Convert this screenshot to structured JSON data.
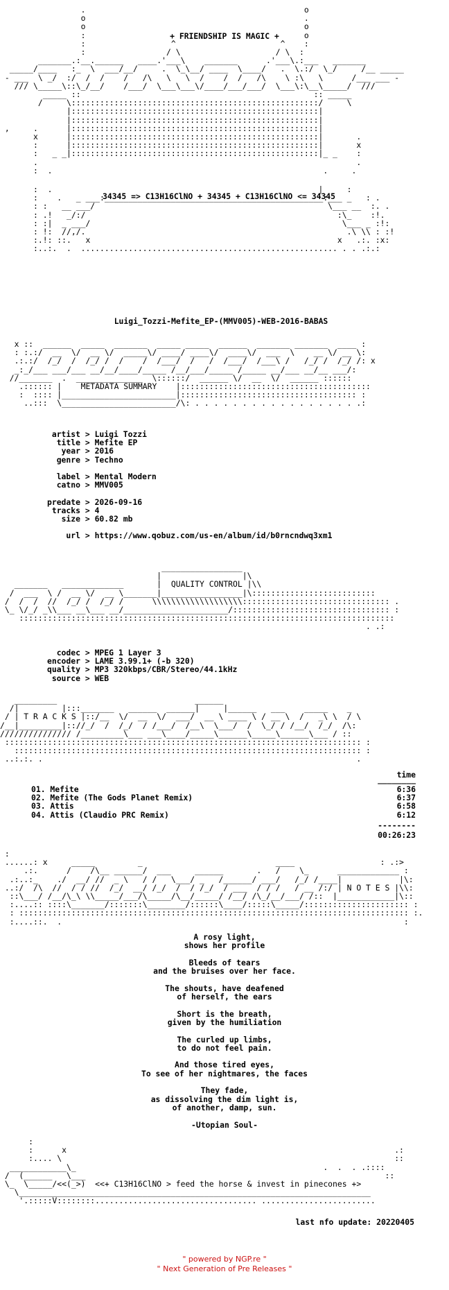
{
  "header": {
    "banner_text": "+ FRIENDSHIP IS MAGIC +",
    "equation": "34345 => C13H16ClNO + 34345 + C13H16ClNO <= 34345",
    "art_top": "                 .                                              o\n                 o                                              .\n                 o                                              o\n                 :                                              o\n                 :                  ^                      ^    :\n                 :                 / \\                    / \\  :\n        _______.:__.______   ____.'___\\    _______      .'___\\.:___   _______\n  _____/____   :_  \\  ___/__/     .  \\_\\__/ ____  \\____/   .  \\.:/  \\_/     /__ _____\n - ___  \\ _/  :/  /  /    /   /\\   \\   \\  /    /  /   /\\    \\ :\\   \\      /___ ___ -\n   /// \\_____\\::\\_/__/    /___/  \\___\\___\\/____/___/___/  \\___\\:\\__\\_____/  ///\n         _____ ::                                                 :: _____\n        /     \\::::::::::::::::::::::::::::::::::::::::::::::::::::/     \\\n              |::::::::::::::::::::::::::::::::::::::::::::::::::::|\n              |::::::::::::::::::::::::::::::::::::::::::::::::::::|\n ,     .      |::::::::::::::::::::::::::::::::::::::::::::::::::::|\n       x      |::::::::::::::::::::::::::::::::::::::::::::::::::::|       .\n       :      |::::::::::::::::::::::::::::::::::::::::::::::::::::|       x\n       :   _ _|::::::::::::::::::::::::::::::::::::::::::::::::::::|_ _    :\n       .                                                                   .\n       :  .                                                         .     .",
    "art_mid": "       :  .                                                        |     :\n       :    .   _ ___:______________________________________________:___ _   : .\n       : :   __ ___/                                                 \\___ __  :. .\n       : .!   _/:/                                                     :\\_    :!.\n       : :|  _ ___/                                                     \\___ _ :!:\n       : !:  //,/.                                                       .\\ \\\\ : :!\n       :.!: ::.   x                                                    x   .:. :x:\n       :..:.  .  ...................................................... . . .:.:"
  },
  "release": {
    "name": "Luigi_Tozzi-Mefite_EP-(MMV005)-WEB-2016-BABAS"
  },
  "metadata": {
    "heading": "METADATA SUMMARY",
    "art": "   x ::  ______  _____  _______  _____ _____  ______  _______ _______  ____ :\n   : :.:/  __  \\/  __ \\/  _____\\/ ____/ ____\\/  ____\\/  ___  \\    __ \\/ __ \\:\n   .:.:/  /_/  /  /_/ /  /    /  /___/  /   /  /___/  /___\\ /   /_/ /  /_/ /: x\n   _:_/___ ___/___ __/__/____/_____ /__/___/_____ /_____ __/___ __/__ ___/:\n  //_______  .  ______________  \\::::::/  ______ \\/  __  \\/  ______ ::::::\n    .:::::: |    METADATA SUMMARY    |::::::::::::::::::::::::::::::::::::::::\n    :  :::: |________________________|::::::::::::::::::::::::::::::::::::: :\n     ..:::  \\________________________/\\: . . . . . . . . . . . . . . . . . .:",
    "fields": [
      {
        "key": "artist",
        "value": "Luigi Tozzi"
      },
      {
        "key": "title",
        "value": "Mefite EP"
      },
      {
        "key": "year",
        "value": "2016"
      },
      {
        "key": "genre",
        "value": "Techno"
      },
      {
        "key": "",
        "value": ""
      },
      {
        "key": "label",
        "value": "Mental Modern"
      },
      {
        "key": "catno",
        "value": "MMV005"
      },
      {
        "key": "",
        "value": ""
      },
      {
        "key": "predate",
        "value": "2026-09-16"
      },
      {
        "key": "tracks",
        "value": "4"
      },
      {
        "key": "size",
        "value": "60.82 mb"
      },
      {
        "key": "",
        "value": ""
      },
      {
        "key": "url",
        "value": "https://www.qobuz.com/us-en/album/id/b0rncndwq3xm1"
      }
    ]
  },
  "quality": {
    "heading": "QUALITY CONTROL",
    "art": "                                  _________________\n                                 |                 |\\\n   _______   _____________       |  QUALITY CONTROL |\\\\\n  /  ___  \\ /  __ \\/  __ \\_______|_________________|\\::::::::::::::::::::::::::\n /  /  /  //  /_/ /  /_/ /      \\\\\\\\\\\\\\\\\\\\\\\\\\\\\\\\\\\\\\::::::::::::::::::::::::::::::: .\n \\_ \\/_/ _\\\\___ __\\___ __/______________________/::::::::::::::::::::::::::::::::: :\n    :::::::::::::::::::::::::::::::::::::::::::::::::::::::::::::::::::::::::::::::\n                                                                             . .:",
    "fields": [
      {
        "key": "codec",
        "value": "MPEG 1 Layer 3"
      },
      {
        "key": "encoder",
        "value": "LAME 3.99.1+ (-b 320)"
      },
      {
        "key": "quality",
        "value": "MP3 320kbps/CBR/Stereo/44.1kHz"
      },
      {
        "key": "source",
        "value": "WEB"
      }
    ]
  },
  "tracks": {
    "heading": "T R A C K S",
    "art": "   _________                             ______\n  /|         |:::_______   ______  ______|     |______   ___    _____    _\n / | T R A C K S |::/__  \\/  __  \\/  ___/  __ \\ ____ \\ / __ \\  /   _\\ \\  / \\\n/__|_________|:://_/  /  /_/  / /___/  /__\\  \\___/  /  \\_/ / /__/  /_/  /\\:\n/////////////// /_________\\___ ___\\____/_____\\______\\_____\\______\\___ / ::\n ::::::::::::::::::::::::::::::::::::::::::::::::::::::::::::::::::::::::::: :\n   ::::::::::::::::::::::::::::::::::::::::::::::::::::::::::::::::::::::::: :\n ..:.:. .                                                                  .",
    "time_header": "time",
    "time_rule": "________",
    "list": [
      {
        "title": "01. Mefite",
        "time": "6:36"
      },
      {
        "title": "02. Mefite (The Gods Planet Remix)",
        "time": "6:37"
      },
      {
        "title": "03. Attis",
        "time": "6:58"
      },
      {
        "title": "04. Attis (Claudio PRC Remix)",
        "time": "6:12"
      }
    ],
    "total_rule": "--------",
    "total": "00:26:23"
  },
  "notes": {
    "heading": "N O T E S",
    "art": " :\n ......: x     _____         _                            ____                  : .:>\n     .:.      /    /\\__ ______/  ___     ______       .   /    \\_      _____________ :\n  .:..:_    ./  __/ //  _ \\   / /   \\___/ _   /______/ ___/   /_/ /____|            |\\:\n ..:/  /\\  //  / / //  /_/  __/ /_/  /  / /_/  / ___  / / /   / __ /:/ | N O T E S |\\\\:\n  ::\\___/ /__/\\_\\ \\\\_____/___/\\_____/\\__/_____/ /__/ /\\_/__/___/ /::  |____________|\\::\n  :....:: ::::\\_______/:::::::\\________/::::::\\____/:::::\\_____/:::::::::::::::::::::: :\n  : :::::::::::::::::::::::::::::::::::::::::::::::::::::::::::::::::::::::::::::::::: :.\n  :....::.  .                                                                        :",
    "poem": "A rosy light,\nshows her profile\n\nBleeds of tears\nand the bruises over her face.\n\nThe shouts, have deafened\nof herself, the ears\n\nShort is the breath,\ngiven by the humiliation\n\nThe curled up limbs,\nto do not feel pain.\n\nAnd those tired eyes,\nTo see of her nightmares, the faces\n\nThey fade,\nas dissolving the dim light is,\nof another, damp, sun.\n\n-Utopian Soul-"
  },
  "tail": {
    "art": "      :\n      :      x                                                                     .:\n      :.... \\                                                                      ::\n  ____________\\_                                                    .  .  . .::::\n /  (______   \\___                                                               ::\n \\_  \\_____/<<(_>)  <<+ C13H16ClNO > feed the horse & invest in pinecones +>\n   \\__________________________________________________________________________\n    '.:::::V::::::::.................................. ........................",
    "slogan": "<<+ C13H16ClNO > feed the horse & invest in pinecones +>",
    "last_update": "last nfo update: 20220405"
  },
  "footer": {
    "line1": "\" powered by NGP.re \"",
    "line2": "\" Next Generation of Pre Releases \""
  },
  "colors": {
    "text": "#000000",
    "background": "#ffffff",
    "footer": "#cc1111"
  }
}
